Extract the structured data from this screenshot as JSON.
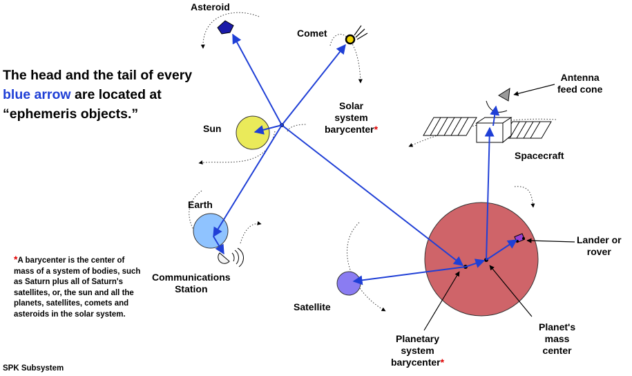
{
  "headline": {
    "part1": "The head and the tail of every ",
    "highlight": "blue arrow",
    "part2": " are located at “ephemeris objects.”"
  },
  "labels": {
    "asteroid": "Asteroid",
    "comet": "Comet",
    "solar_barycenter_line1": "Solar",
    "solar_barycenter_line2": "system",
    "solar_barycenter_line3": "barycenter",
    "sun": "Sun",
    "earth": "Earth",
    "station_line1": "Communications",
    "station_line2": "Station",
    "antenna_line1": "Antenna",
    "antenna_line2": "feed cone",
    "spacecraft": "Spacecraft",
    "lander_line1": "Lander or",
    "lander_line2": "rover",
    "satellite": "Satellite",
    "planetary_line1": "Planetary",
    "planetary_line2": "system",
    "planetary_line3": "barycenter",
    "planet_mass_line1": "Planet's",
    "planet_mass_line2": "mass",
    "planet_mass_line3": "center",
    "asterisk": "*"
  },
  "footnote": {
    "asterisk": "*",
    "text": "A barycenter is the center of mass of a system of bodies, such as Saturn plus all of Saturn's satellites, or, the sun and all the planets, satellites, comets and asteroids in the solar system."
  },
  "footer": "SPK Subsystem",
  "colors": {
    "arrow": "#1f3fd6",
    "sun": "#eaea5a",
    "earth": "#8fc3ff",
    "planet": "#cf6469",
    "satellite": "#8a7cf2",
    "asteroid": "#1a1aa8",
    "highlight_text": "#1f3fd6",
    "asterisk": "#e00000"
  }
}
